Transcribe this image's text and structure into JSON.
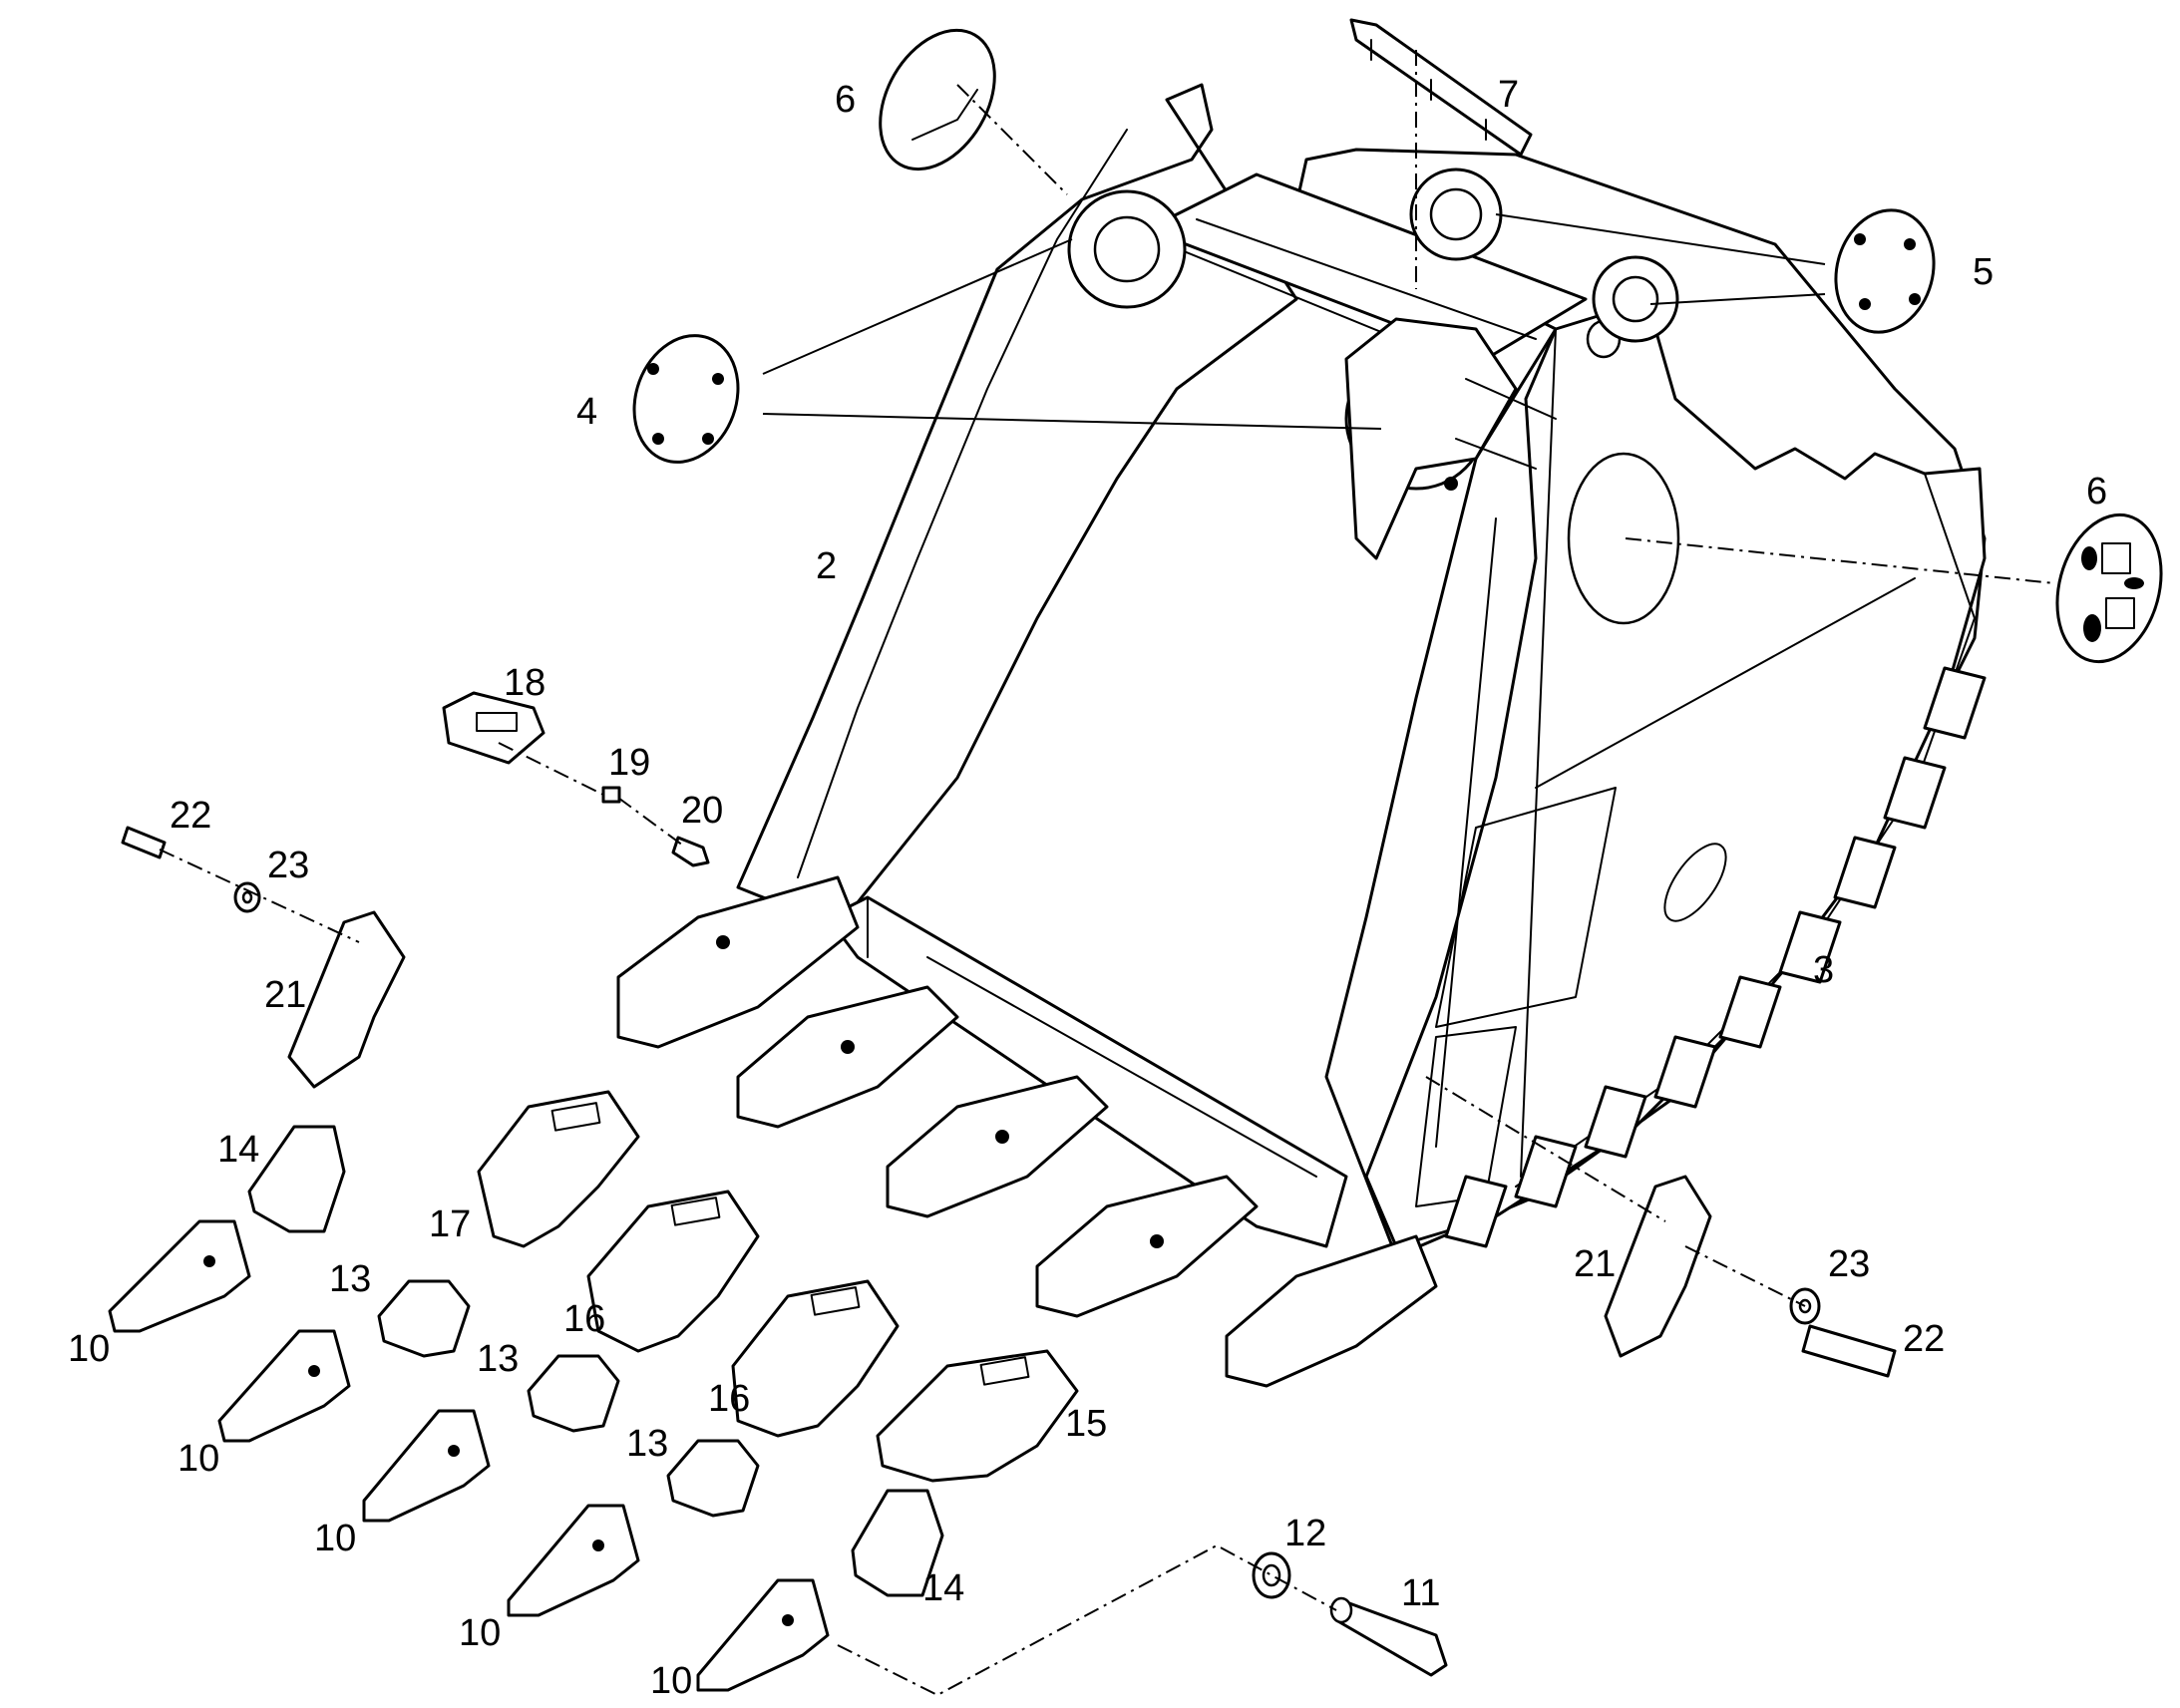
{
  "callouts": {
    "c2": "2",
    "c3": "3",
    "c4": "4",
    "c5": "5",
    "c6a": "6",
    "c6b": "6",
    "c7": "7",
    "c10a": "10",
    "c10b": "10",
    "c10c": "10",
    "c10d": "10",
    "c10e": "10",
    "c11": "11",
    "c12": "12",
    "c13a": "13",
    "c13b": "13",
    "c13c": "13",
    "c14a": "14",
    "c14b": "14",
    "c15": "15",
    "c16a": "16",
    "c16b": "16",
    "c17": "17",
    "c18": "18",
    "c19": "19",
    "c20": "20",
    "c21a": "21",
    "c21b": "21",
    "c22a": "22",
    "c22b": "22",
    "c23a": "23",
    "c23b": "23"
  },
  "colors": {
    "line": "#000000",
    "background": "#ffffff"
  }
}
